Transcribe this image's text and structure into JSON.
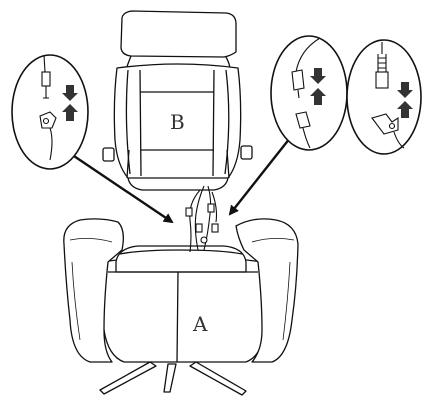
{
  "diagram": {
    "parts": {
      "backrest_label": "B",
      "base_label": "A"
    },
    "connector_callouts": [
      {
        "name": "left-callout",
        "arrows": [
          "down",
          "up"
        ]
      },
      {
        "name": "middle-callout",
        "arrows": [
          "down",
          "up"
        ]
      },
      {
        "name": "right-callout",
        "arrows": [
          "down",
          "up"
        ]
      }
    ],
    "colors": {
      "line": "#111111",
      "arrow_fill": "#333333",
      "background": "#ffffff"
    }
  }
}
